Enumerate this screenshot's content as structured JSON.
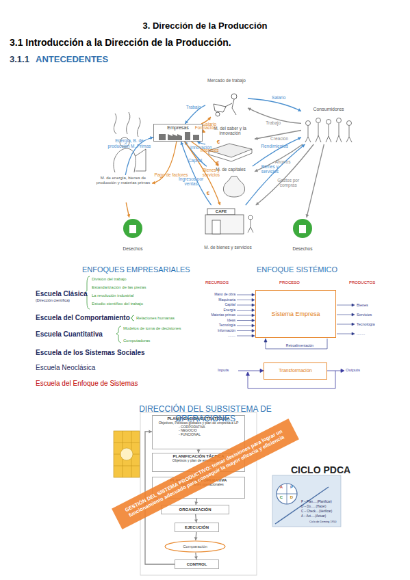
{
  "diagram": {
    "title": "3. Dirección de la Producción",
    "nodes": [
      {
        "text": [
          "Empresas"
        ]
      },
      {
        "text": [
          "Mercado de trabajo"
        ]
      },
      {
        "text": [
          "M. del saber y la innovación"
        ]
      },
      {
        "text": [
          "M. de capitales"
        ]
      },
      {
        "text": [
          "M. de bienes y servicios"
        ]
      },
      {
        "text": [
          "Consumidores"
        ]
      },
      {
        "text": [
          "M. de energía, bienes de producción y materias primas"
        ]
      },
      {
        "text": [
          "Desechos"
        ]
      },
      {
        "text": [
          "Desechos"
        ]
      },
      {
        "text": [
          "Sistema Empresa"
        ]
      },
      {
        "text": [
          "Transformación"
        ]
      },
      {
        "text": [
          "PLANIFICACIÓN ESTRATÉGICA",
          "Objetivos, Políticas globales y plan de empresa a LP",
          "- CORPORATIVA",
          "- NEGOCIO",
          "- FUNCIONAL"
        ]
      },
      {
        "text": [
          "PLANIFICACIÓN TÁCTICA",
          "Objetivos y plan de empresa a MP"
        ]
      },
      {
        "text": [
          "PLANIFICACIÓN OPERATIVA",
          "Objetivos y planes operacionales"
        ]
      },
      {
        "text": [
          "ORGANIZACIÓN"
        ]
      },
      {
        "text": [
          "EJECUCIÓN"
        ]
      },
      {
        "text": [
          "Comparación"
        ]
      },
      {
        "text": [
          "CONTROL"
        ]
      },
      {
        "text": [
          "GESTIÓN DEL SISTEMA PRODUCTIVO: tomar decisiones para lograr un funcionamiento adecuado para conseguir la mayor eficacia y eficiencia"
        ]
      }
    ],
    "edges": [
      {
        "from": 1,
        "to": 0,
        "label": "Trabajo",
        "arrow": "to"
      },
      {
        "from": 0,
        "to": 1,
        "label": "Salario",
        "arrow": "to"
      },
      {
        "from": 1,
        "to": 5,
        "label": "Salario",
        "arrow": "to"
      },
      {
        "from": 5,
        "to": 1,
        "label": "Trabajo",
        "arrow": "to"
      },
      {
        "from": 2,
        "to": 0,
        "label": "Innovación",
        "arrow": "to"
      },
      {
        "from": 0,
        "to": 2,
        "label": "Formación",
        "arrow": "to"
      },
      {
        "from": 5,
        "to": 2,
        "label": "Creación",
        "arrow": "to"
      },
      {
        "from": 3,
        "to": 0,
        "label": "Capital",
        "arrow": "to"
      },
      {
        "from": 0,
        "to": 3,
        "label": "Intereses",
        "arrow": "to"
      },
      {
        "from": 3,
        "to": 5,
        "label": "Rendimientos",
        "arrow": "to"
      },
      {
        "from": 5,
        "to": 3,
        "label": "Ahorros",
        "arrow": "to"
      },
      {
        "from": 0,
        "to": 4,
        "label": "Bienes y servicios",
        "arrow": "to"
      },
      {
        "from": 4,
        "to": 0,
        "label": "Ingresos por ventas",
        "arrow": "to"
      },
      {
        "from": 4,
        "to": 5,
        "label": "Bienes y servicios",
        "arrow": "to"
      },
      {
        "from": 5,
        "to": 4,
        "label": "Gastos por compras",
        "arrow": "to"
      },
      {
        "from": 6,
        "to": 0,
        "label": "Energía, B. de producción M. Primas",
        "arrow": "to"
      },
      {
        "from": 0,
        "to": 6,
        "label": "Pago de factores",
        "arrow": "to"
      },
      {
        "from": 6,
        "to": 7,
        "arrow": "to"
      },
      {
        "from": 5,
        "to": 8,
        "arrow": "to"
      },
      {
        "from": 11,
        "to": 12,
        "arrow": "to"
      },
      {
        "from": 12,
        "to": 13,
        "arrow": "to"
      },
      {
        "from": 13,
        "to": 14,
        "arrow": "to"
      },
      {
        "from": 14,
        "to": 15,
        "arrow": "to"
      },
      {
        "from": 15,
        "to": 16,
        "arrow": "to"
      },
      {
        "from": 16,
        "to": 17,
        "arrow": "to"
      },
      {
        "from": 17,
        "to": 11,
        "arrow": "to"
      }
    ],
    "labels": [
      "3.1 Introducción a la Dirección de la Producción.",
      "3.1.1",
      "ANTECEDENTES",
      "€",
      "€",
      "€",
      "CAFE",
      "ENFOQUES EMPRESARIALES",
      "Escuela Clásica",
      "(Dirección científica)",
      "División del trabajo",
      "Estandarización de las piezas",
      "La revolución industrial",
      "Estudio científico del trabajo",
      "Escuela del Comportamiento",
      "Relaciones humanas",
      "Escuela Cuantitativa",
      "Modelos de toma de decisiones",
      "Computadoras",
      "Escuela de los Sistemas Sociales",
      "Escuela Neoclásica",
      "Escuela del Enfoque de Sistemas",
      "ENFOQUE SISTÉMICO",
      "RECURSOS",
      "PROCESO",
      "PRODUCTOS",
      "Mano de obra",
      "Maquinaria",
      "Capital",
      "Energía",
      "Materias primas",
      "Ideas",
      "Tecnología",
      "Información",
      "........",
      "Bienes",
      "Servicios",
      "Tecnología",
      "........",
      "Retroalimentación",
      "Inputs",
      "Outputs",
      "DIRECCIÓN DEL SUBSISTEMA DE OPERACIONES",
      "CICLO PDCA",
      "A",
      "P",
      "C",
      "D",
      "P – Plan.....(Planificar)",
      "D – Do......(Hacer)",
      "C – Check....(Verificar)",
      "A – Act.....(Actuar)",
      "Ciclo de Deming 1950"
    ]
  }
}
